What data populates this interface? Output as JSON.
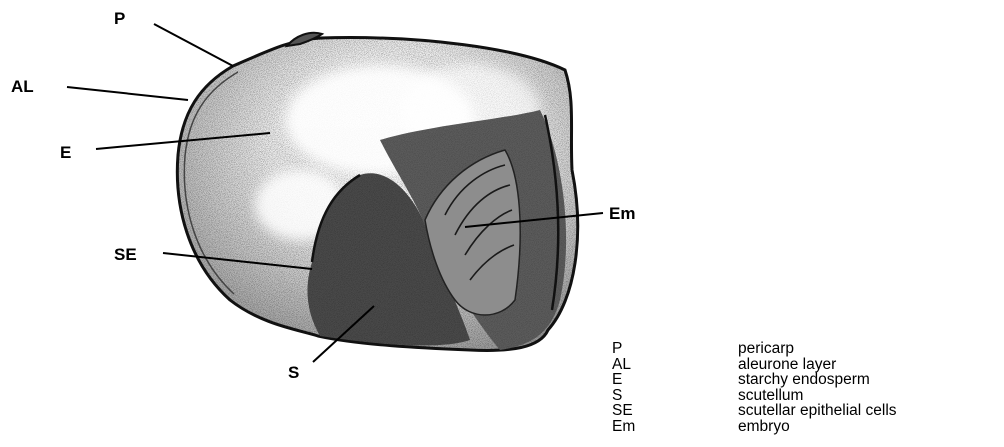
{
  "labels": {
    "P": "P",
    "AL": "AL",
    "E": "E",
    "SE": "SE",
    "S": "S",
    "Em": "Em"
  },
  "legend": [
    {
      "abbr": "P",
      "meaning": "pericarp"
    },
    {
      "abbr": "AL",
      "meaning": "aleurone layer"
    },
    {
      "abbr": "E",
      "meaning": "starchy endosperm"
    },
    {
      "abbr": "S",
      "meaning": "scutellum"
    },
    {
      "abbr": "SE",
      "meaning": "scutellar epithelial cells"
    },
    {
      "abbr": "Em",
      "meaning": "embryo"
    }
  ],
  "colors": {
    "ink": "#000000",
    "background": "#ffffff"
  }
}
